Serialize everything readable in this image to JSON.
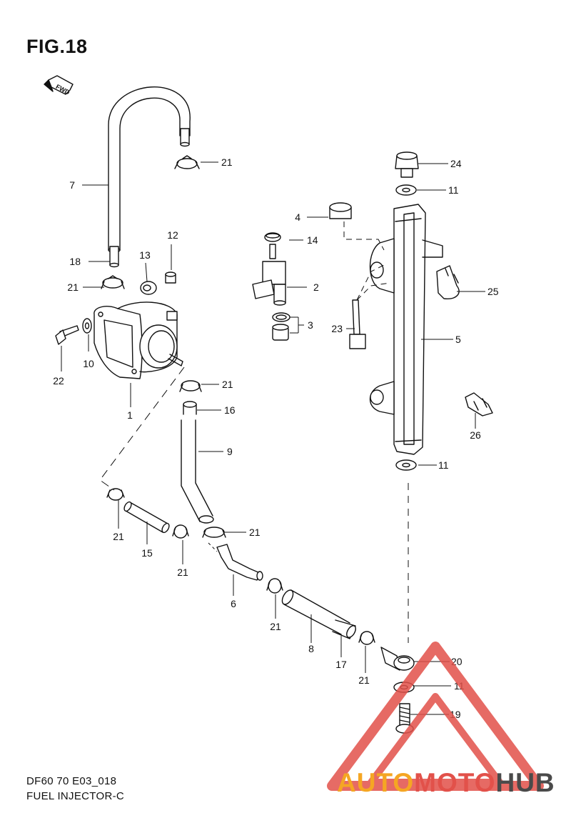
{
  "figure": {
    "title": "FIG.18",
    "fwd_label": "FWD",
    "drawing_code": "DF60 70 E03_018",
    "drawing_name": "FUEL INJECTOR-C"
  },
  "callouts": [
    "1",
    "2",
    "3",
    "4",
    "5",
    "6",
    "7",
    "8",
    "9",
    "10",
    "11",
    "12",
    "13",
    "14",
    "15",
    "16",
    "17",
    "18",
    "19",
    "20",
    "21",
    "22",
    "23",
    "24",
    "25",
    "26"
  ],
  "watermark": {
    "part1": "AUTO",
    "part2": "MOTO",
    "part3": "HUB",
    "colors": {
      "orange": "#f5a623",
      "red": "#e2514a",
      "gray": "#4a4a4a"
    }
  }
}
